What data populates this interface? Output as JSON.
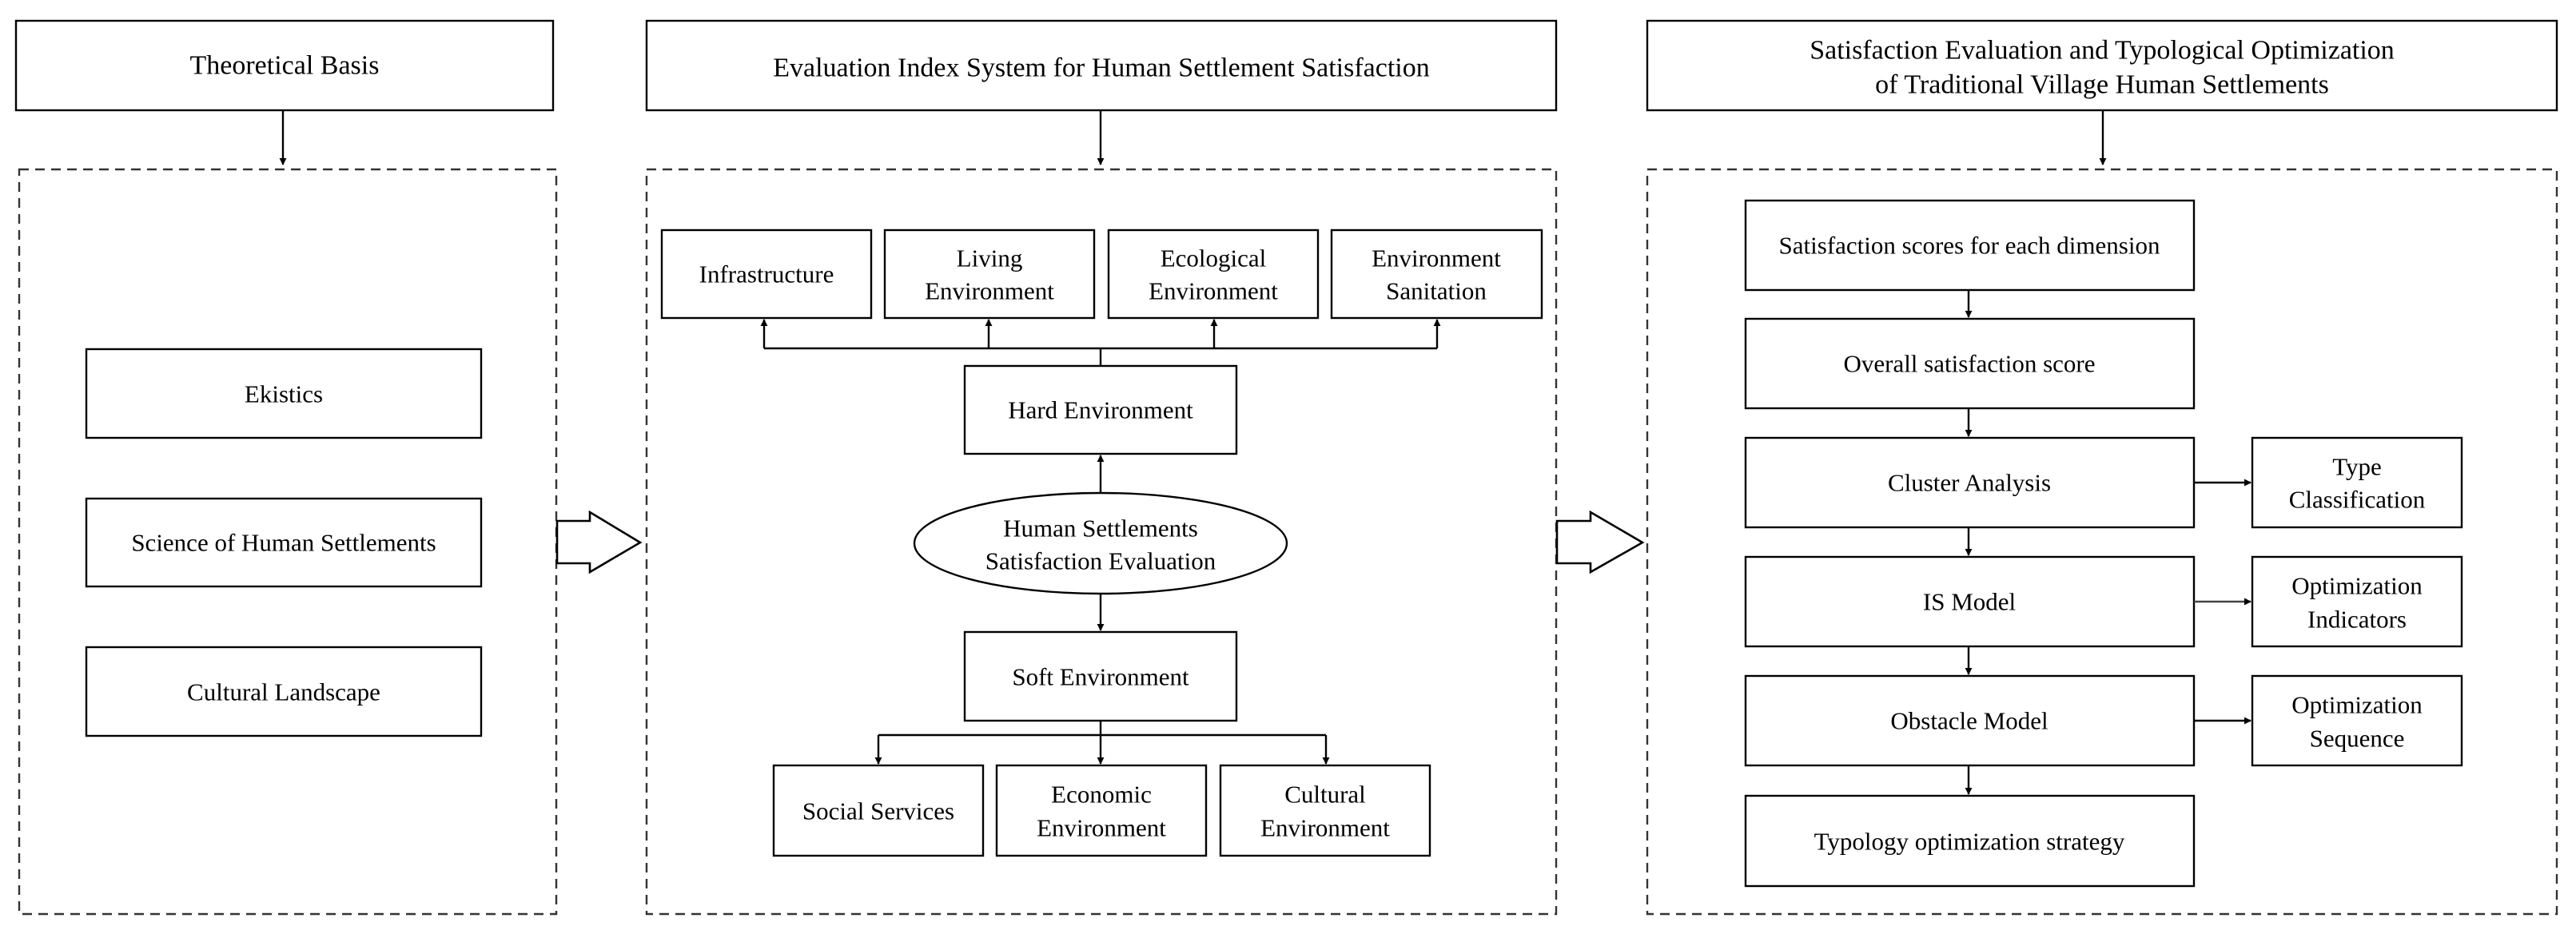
{
  "columns": {
    "theory": {
      "header": "Theoretical Basis",
      "items": [
        "Ekistics",
        "Science of Human Settlements",
        "Cultural Landscape"
      ]
    },
    "index_system": {
      "header": "Evaluation Index System for Human Settlement Satisfaction",
      "hard_dimensions": [
        [
          "Infrastructure"
        ],
        [
          "Living",
          "Environment"
        ],
        [
          "Ecological",
          "Environment"
        ],
        [
          "Environment",
          "Sanitation"
        ]
      ],
      "hard_environment": "Hard Environment",
      "center": [
        "Human Settlements",
        "Satisfaction Evaluation"
      ],
      "soft_environment": "Soft Environment",
      "soft_dimensions": [
        [
          "Social Services"
        ],
        [
          "Economic",
          "Environment"
        ],
        [
          "Cultural",
          "Environment"
        ]
      ]
    },
    "evaluation": {
      "header": [
        "Satisfaction Evaluation and Typological Optimization",
        "of Traditional Village Human Settlements"
      ],
      "steps": [
        "Satisfaction scores for each dimension",
        "Overall satisfaction score",
        "Cluster Analysis",
        "IS Model",
        "Obstacle Model",
        "Typology optimization strategy"
      ],
      "outputs": [
        [
          "Type",
          "Classification"
        ],
        [
          "Optimization",
          "Indicators"
        ],
        [
          "Optimization",
          "Sequence"
        ]
      ]
    }
  }
}
